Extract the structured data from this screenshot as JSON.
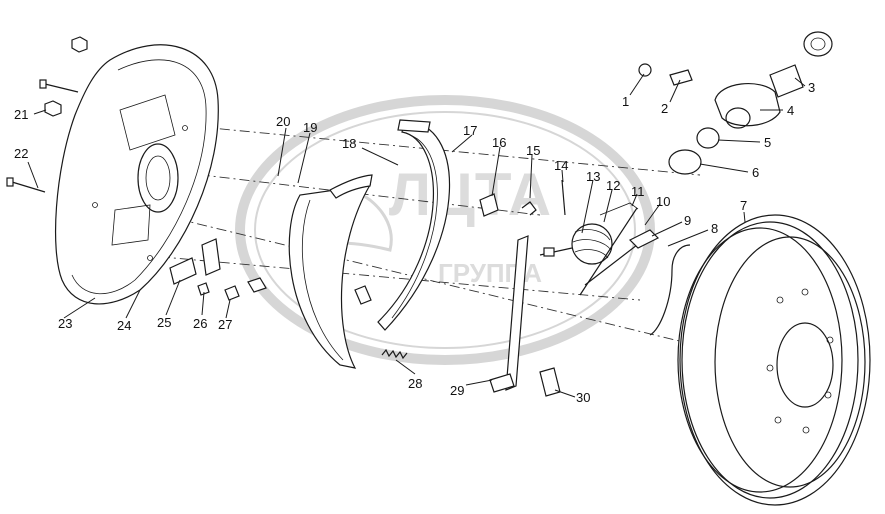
{
  "diagram": {
    "watermark": {
      "main": "ЛЦТА",
      "sub": "ГРУППА"
    },
    "callouts": [
      {
        "id": "1",
        "label": "1"
      },
      {
        "id": "2",
        "label": "2"
      },
      {
        "id": "3",
        "label": "3"
      },
      {
        "id": "4",
        "label": "4"
      },
      {
        "id": "5",
        "label": "5"
      },
      {
        "id": "6",
        "label": "6"
      },
      {
        "id": "7",
        "label": "7"
      },
      {
        "id": "8",
        "label": "8"
      },
      {
        "id": "9",
        "label": "9"
      },
      {
        "id": "10",
        "label": "10"
      },
      {
        "id": "11",
        "label": "11"
      },
      {
        "id": "12",
        "label": "12"
      },
      {
        "id": "13",
        "label": "13"
      },
      {
        "id": "14",
        "label": "14"
      },
      {
        "id": "15",
        "label": "15"
      },
      {
        "id": "16",
        "label": "16"
      },
      {
        "id": "17",
        "label": "17"
      },
      {
        "id": "18",
        "label": "18"
      },
      {
        "id": "19",
        "label": "19"
      },
      {
        "id": "20",
        "label": "20"
      },
      {
        "id": "21",
        "label": "21"
      },
      {
        "id": "22",
        "label": "22"
      },
      {
        "id": "23",
        "label": "23"
      },
      {
        "id": "24",
        "label": "24"
      },
      {
        "id": "25",
        "label": "25"
      },
      {
        "id": "26",
        "label": "26"
      },
      {
        "id": "27",
        "label": "27"
      },
      {
        "id": "28",
        "label": "28"
      },
      {
        "id": "29",
        "label": "29"
      },
      {
        "id": "30",
        "label": "30"
      }
    ],
    "colors": {
      "ink": "#1a1a1a",
      "watermark": "#d6d6d6",
      "background": "#ffffff"
    }
  }
}
